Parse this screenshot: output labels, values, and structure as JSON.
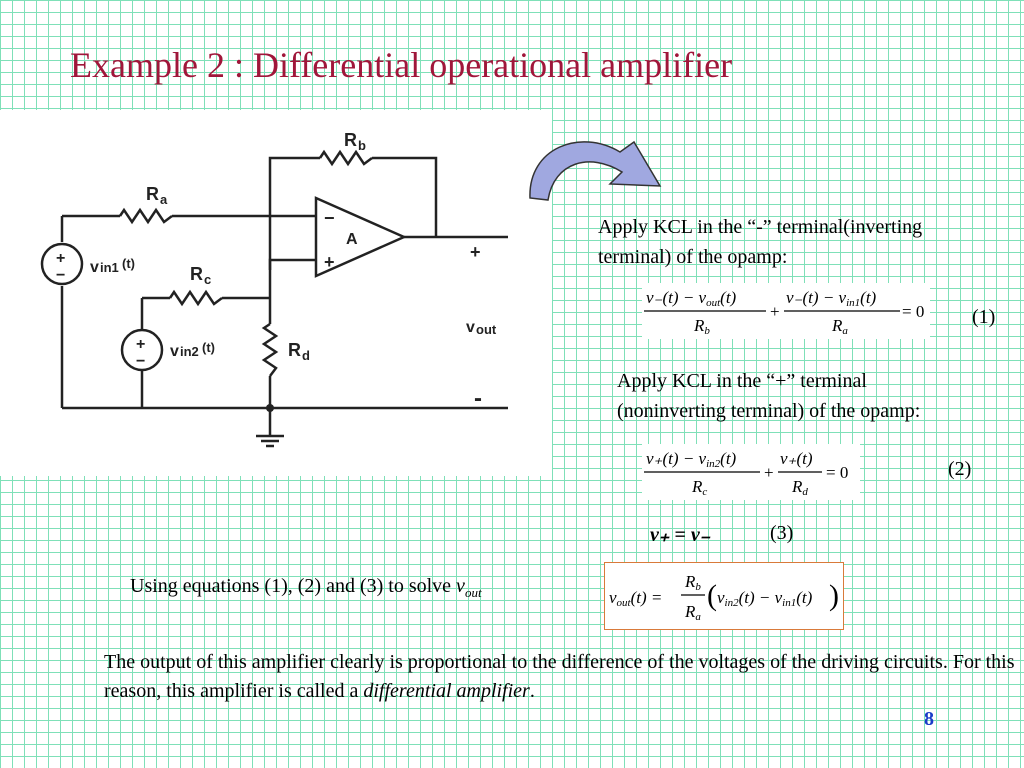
{
  "title": "Example 2 : Differential operational amplifier",
  "circuit": {
    "labels": {
      "rb": "R",
      "rb_sub": "b",
      "ra": "R",
      "ra_sub": "a",
      "rc": "R",
      "rc_sub": "c",
      "rd": "R",
      "rd_sub": "d",
      "opamp": "A",
      "minus_in": "−",
      "plus_in": "+",
      "vin1": "v",
      "vin1_sub": "in1",
      "vin1_arg": "(t)",
      "vin2": "v",
      "vin2_sub": "in2",
      "vin2_arg": "(t)",
      "vout": "v",
      "vout_sub": "out",
      "out_plus": "+",
      "out_minus": "-",
      "src_plus": "+",
      "src_minus": "−"
    }
  },
  "kcl_minus": {
    "line1": "Apply KCL in the “-” terminal(inverting",
    "line2": "terminal) of the opamp:",
    "number": "(1)"
  },
  "kcl_plus": {
    "line1": "Apply KCL in the “+” terminal",
    "line2": "(noninverting terminal) of the opamp:",
    "number": "(2)"
  },
  "eq3": {
    "text": "v₊ = v₋",
    "number": "(3)"
  },
  "solve": {
    "prefix": "Using equations (1), (2) and (3) to solve ",
    "var": "v",
    "var_sub": "out"
  },
  "conclusion": {
    "text": "The output of this amplifier clearly is proportional to the difference of the voltages of the driving circuits. For this reason, this amplifier is called a ",
    "emphasis": "differential amplifier",
    "end": "."
  },
  "page_number": "8",
  "colors": {
    "title": "#a0163a",
    "grid": "#7fe0b8",
    "arrow_fill": "#a0a8e0",
    "page_number": "#1a3cc8",
    "solution_border": "#d97a3a"
  }
}
